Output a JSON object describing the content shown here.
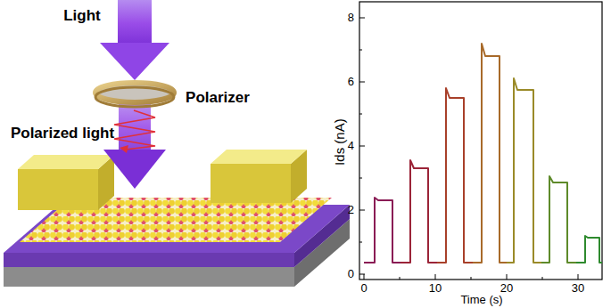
{
  "diagram": {
    "labels": [
      "Light",
      "Polarizer",
      "Polarized light",
      "Ids (nA)",
      "0",
      "2",
      "4",
      "6",
      "8",
      "0",
      "10",
      "20",
      "30",
      "Time (s)"
    ]
  }
}
